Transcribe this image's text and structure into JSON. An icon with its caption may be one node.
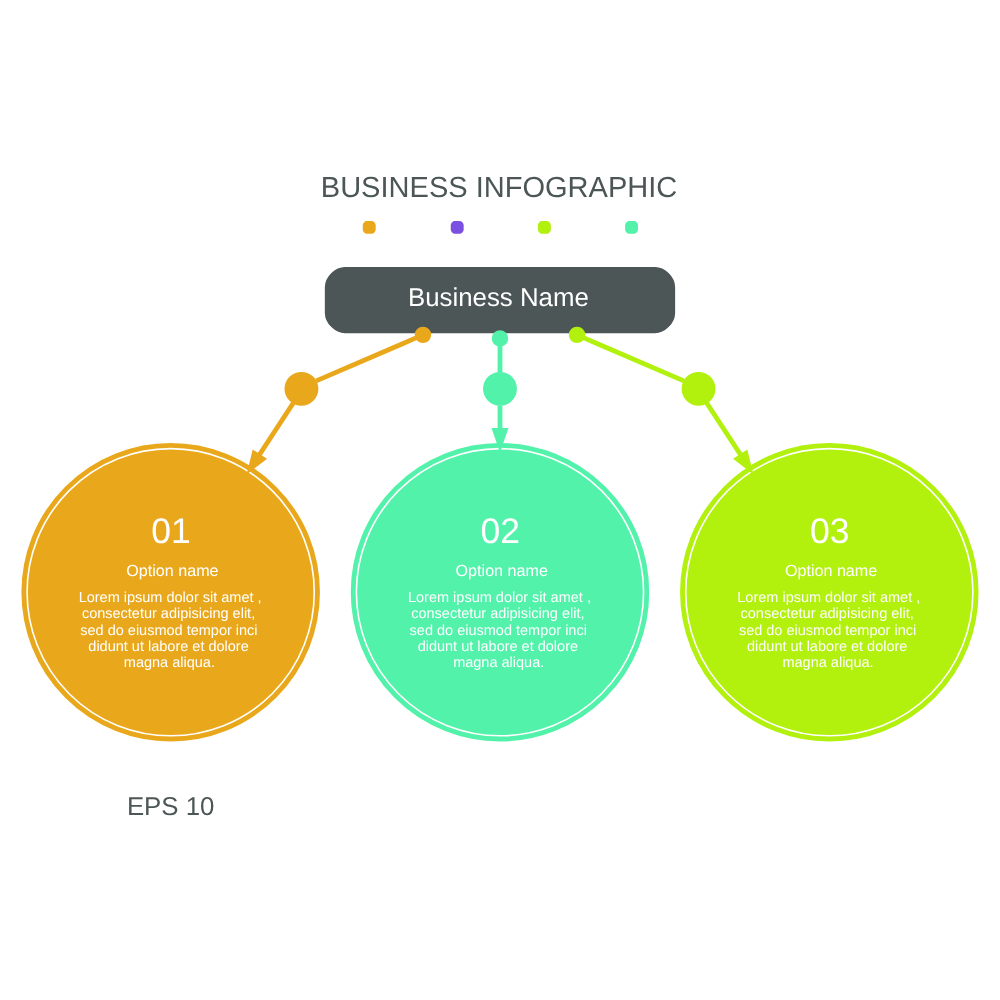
{
  "diagram": {
    "title": "BUSINESS INFOGRAPHIC",
    "nodes": [
      {
        "text": [
          "Business Name"
        ]
      },
      {
        "text": [],
        "shape": "circle"
      },
      {
        "text": [],
        "shape": "circle"
      },
      {
        "text": [],
        "shape": "circle"
      },
      {
        "text": [
          "01",
          "Option name",
          "Lorem ipsum dolor sit amet , consectetur adipisicing elit, sed do eiusmod tempor inci didunt ut labore et dolore magna aliqua."
        ]
      },
      {
        "text": [
          "02",
          "Option name",
          "Lorem ipsum dolor sit amet , consectetur adipisicing elit, sed do eiusmod tempor inci didunt ut labore et dolore magna aliqua."
        ]
      },
      {
        "text": [
          "03",
          "Option name",
          "Lorem ipsum dolor sit amet , consectetur adipisicing elit, sed do eiusmod tempor inci didunt ut labore et dolore magna aliqua."
        ]
      }
    ],
    "edges": [
      {
        "from": 0,
        "to": 1,
        "arrow": "other",
        "color": "#e9a81b"
      },
      {
        "from": 1,
        "to": 4,
        "arrow": "to",
        "color": "#e9a81b"
      },
      {
        "from": 0,
        "to": 2,
        "arrow": "other",
        "color": "#52f2ab"
      },
      {
        "from": 2,
        "to": 5,
        "arrow": "to",
        "color": "#52f2ab"
      },
      {
        "from": 0,
        "to": 3,
        "arrow": "other",
        "color": "#b2f00e"
      },
      {
        "from": 3,
        "to": 6,
        "arrow": "to",
        "color": "#b2f00e"
      }
    ],
    "labels": [
      "EPS 10"
    ]
  }
}
